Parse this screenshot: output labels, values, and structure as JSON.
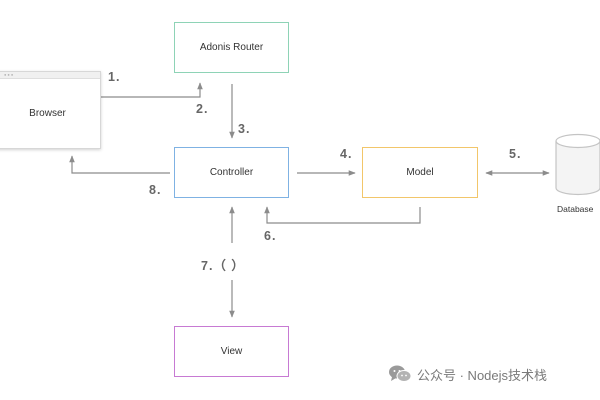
{
  "nodes": {
    "browser": "Browser",
    "router": "Adonis Router",
    "controller": "Controller",
    "model": "Model",
    "view": "View",
    "database": "Database"
  },
  "steps": {
    "s1": "1.",
    "s2": "2.",
    "s3": "3.",
    "s4": "4.",
    "s5": "5.",
    "s6": "6.",
    "s7": "7.（ ）",
    "s8": "8."
  },
  "watermark": "公众号 · Nodejs技术栈",
  "colors": {
    "router_border": "#8ed3b6",
    "controller_border": "#7fb2e3",
    "model_border": "#f2c66a",
    "view_border": "#c77ad3",
    "arrow": "#8c8c8c"
  },
  "icons": {
    "database": "database-cylinder-icon",
    "watermark": "wechat-icon"
  }
}
